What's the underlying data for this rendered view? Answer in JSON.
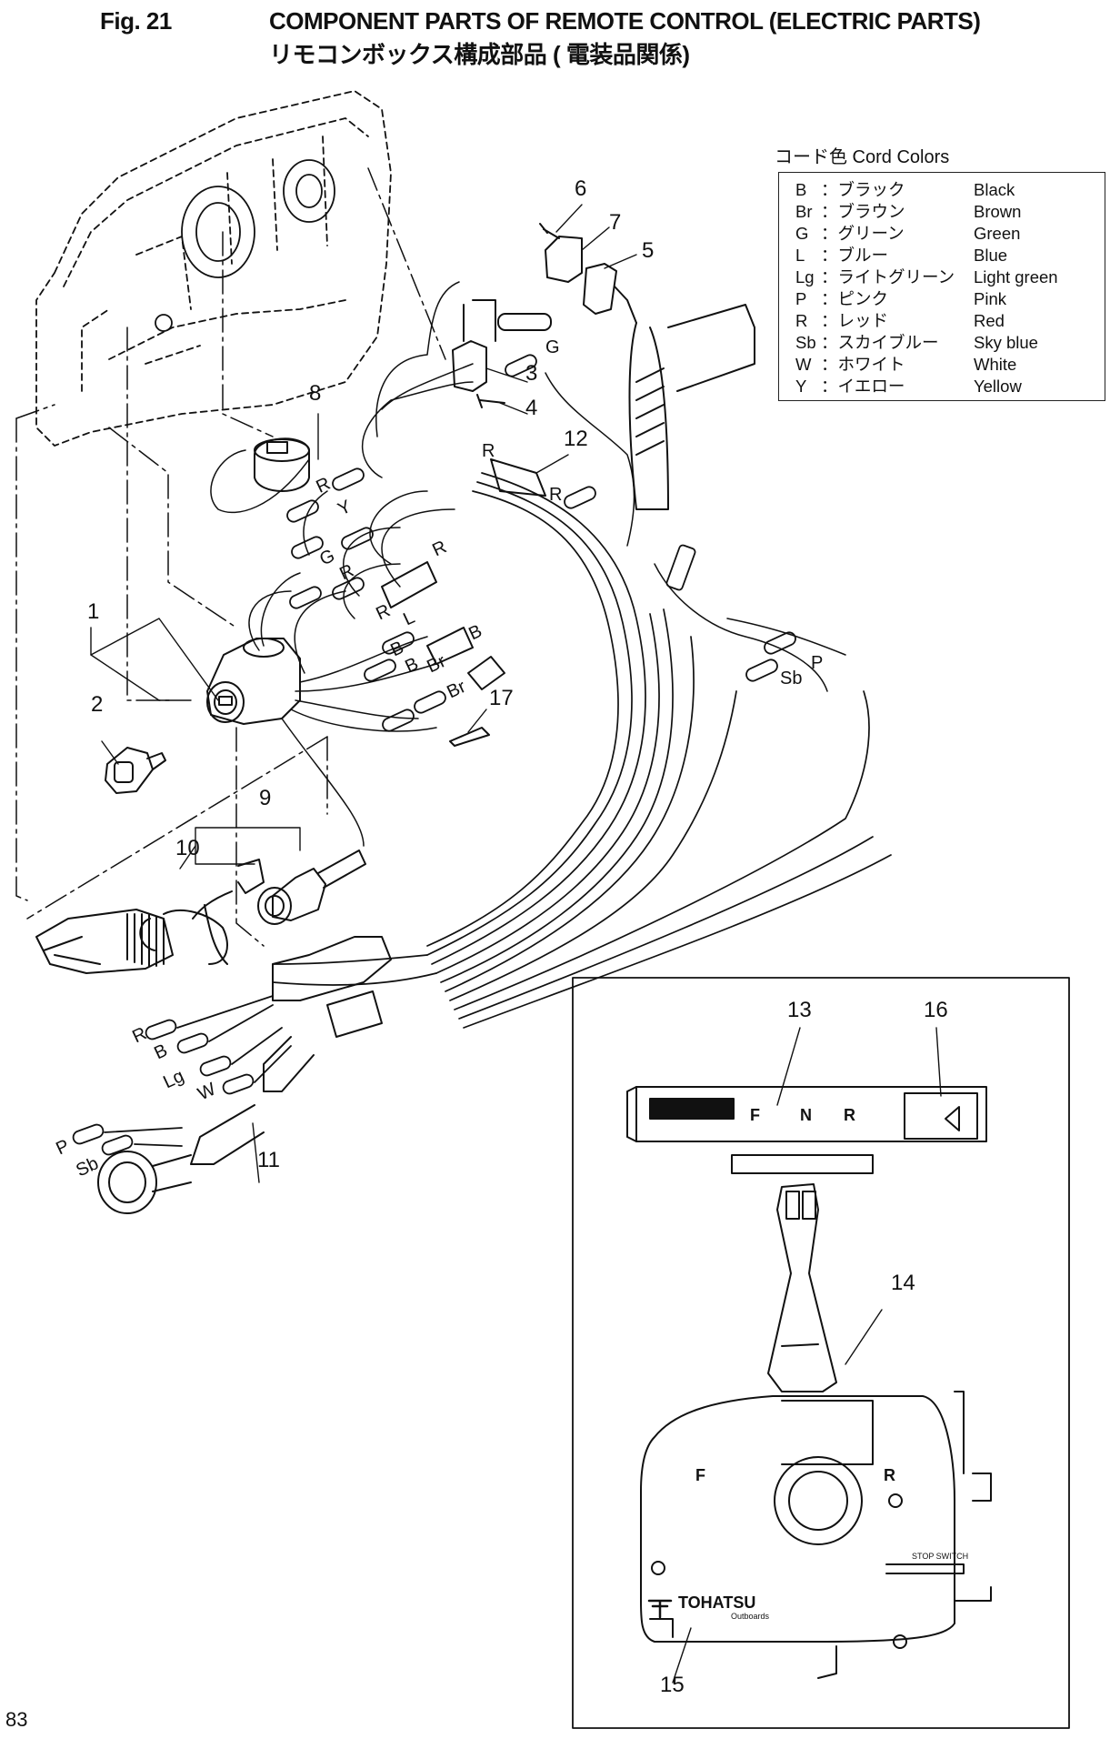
{
  "header": {
    "figure_number": "Fig. 21",
    "title_en": "COMPONENT PARTS OF REMOTE CONTROL (ELECTRIC PARTS)",
    "title_jp": "リモコンボックス構成部品 ( 電装品関係)"
  },
  "legend": {
    "title": "コード色 Cord Colors",
    "rows": [
      {
        "code": "B",
        "jp": "：ブラック",
        "en": "Black"
      },
      {
        "code": "Br",
        "jp": "：ブラウン",
        "en": "Brown"
      },
      {
        "code": "G",
        "jp": "：グリーン",
        "en": "Green"
      },
      {
        "code": "L",
        "jp": "：ブルー",
        "en": "Blue"
      },
      {
        "code": "Lg",
        "jp": "：ライトグリーン",
        "en": "Light green"
      },
      {
        "code": "P",
        "jp": "：ピンク",
        "en": "Pink"
      },
      {
        "code": "R",
        "jp": "：レッド",
        "en": "Red"
      },
      {
        "code": "Sb",
        "jp": "：スカイブルー",
        "en": "Sky blue"
      },
      {
        "code": "W",
        "jp": "：ホワイト",
        "en": "White"
      },
      {
        "code": "Y",
        "jp": "：イエロー",
        "en": "Yellow"
      }
    ]
  },
  "callouts": {
    "c1": "1",
    "c2": "2",
    "c3": "3",
    "c4": "4",
    "c5": "5",
    "c6": "6",
    "c7": "7",
    "c8": "8",
    "c9": "9",
    "c10": "10",
    "c11": "11",
    "c12": "12",
    "c13": "13",
    "c14": "14",
    "c15": "15",
    "c16": "16",
    "c17": "17"
  },
  "wire_labels": {
    "g_top": "G",
    "r_top": "R",
    "r_12": "R",
    "r_left": "R",
    "y_left": "Y",
    "g_mid": "G",
    "r_mid": "R",
    "r_mid2": "R",
    "r_low": "R",
    "l_low": "L",
    "b_low": "B",
    "b_1": "B",
    "b_2": "B",
    "br_1": "Br",
    "br_2": "Br",
    "p_right": "P",
    "sb_right": "Sb",
    "r_harn": "R",
    "b_harn": "B",
    "lg_harn": "Lg",
    "w_harn": "W",
    "p_harn": "P",
    "sb_harn": "Sb"
  },
  "inset": {
    "shift_f": "F",
    "shift_n": "N",
    "shift_r": "R",
    "lever_f": "F",
    "lever_r": "R",
    "brand": "TOHATSU",
    "brand_sub": "Outboards",
    "stop_switch": "STOP SWITCH"
  },
  "page_number": "83"
}
